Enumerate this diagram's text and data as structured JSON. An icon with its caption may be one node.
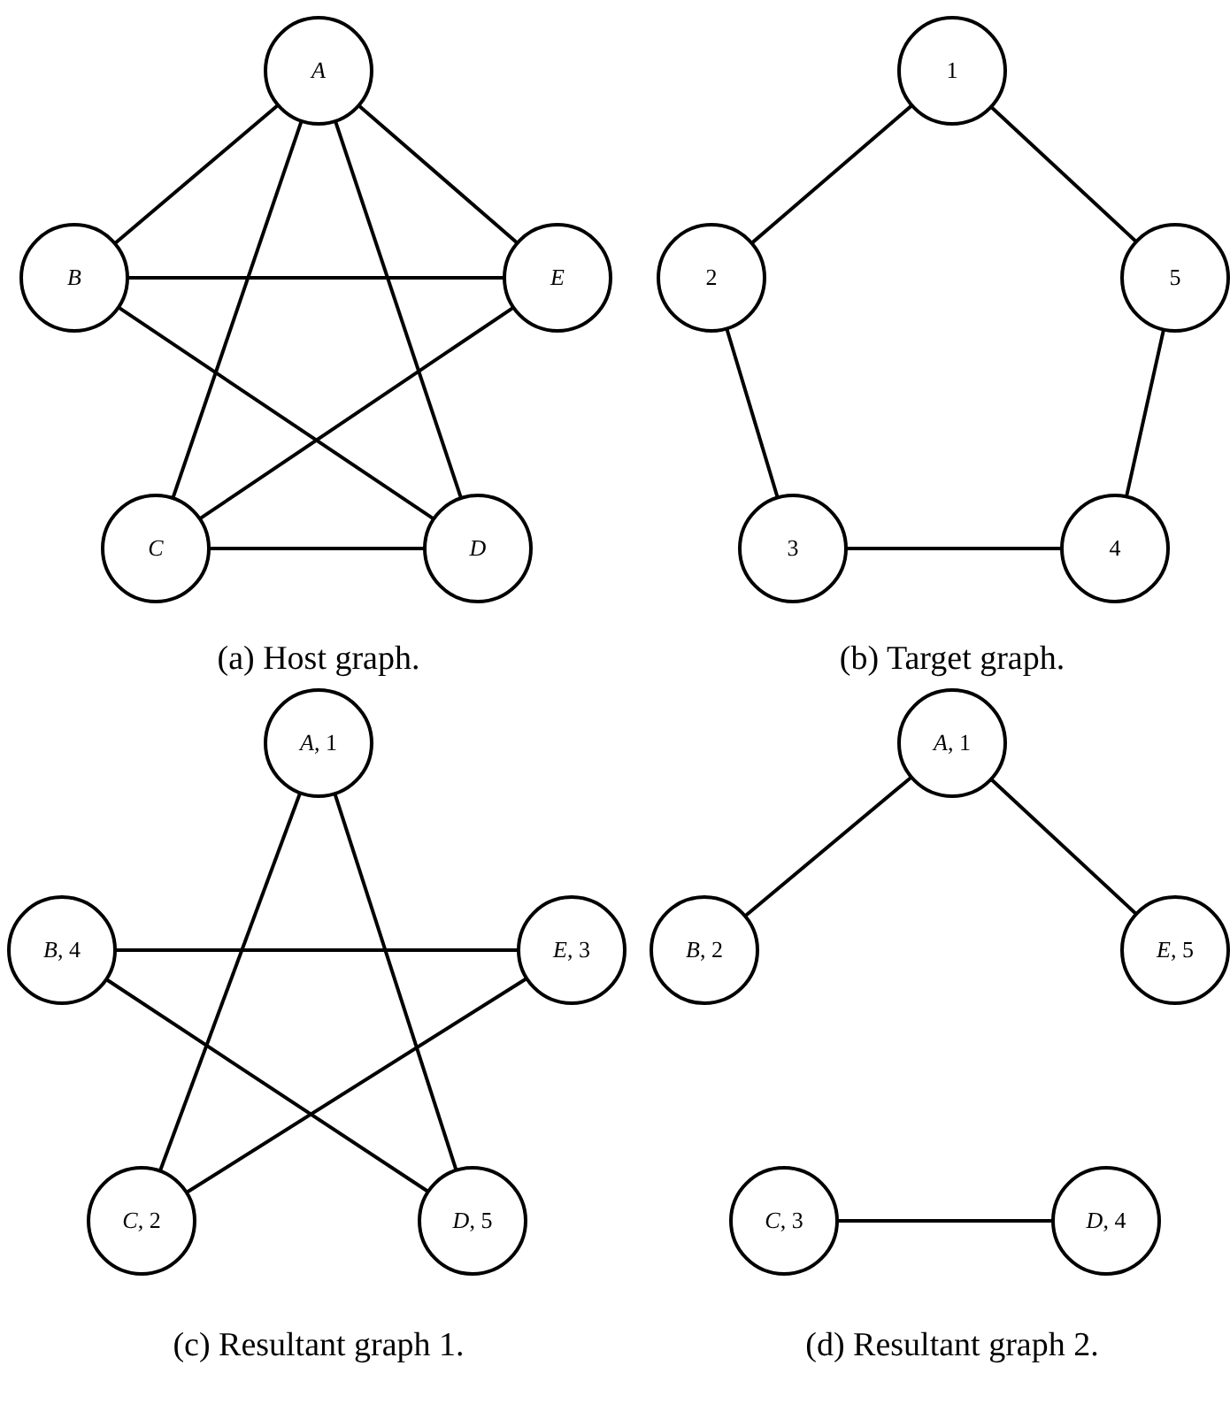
{
  "diagram": {
    "nodes": [
      {
        "text": [
          "*A*"
        ]
      },
      {
        "text": [
          "*B*"
        ]
      },
      {
        "text": [
          "*E*"
        ]
      },
      {
        "text": [
          "*C*"
        ]
      },
      {
        "text": [
          "*D*"
        ]
      },
      {
        "text": [
          "1"
        ]
      },
      {
        "text": [
          "2"
        ]
      },
      {
        "text": [
          "5"
        ]
      },
      {
        "text": [
          "3"
        ]
      },
      {
        "text": [
          "4"
        ]
      },
      {
        "text": [
          "*A*, 1"
        ]
      },
      {
        "text": [
          "*B*, 4"
        ]
      },
      {
        "text": [
          "*E*, 3"
        ]
      },
      {
        "text": [
          "*C*, 2"
        ]
      },
      {
        "text": [
          "*D*, 5"
        ]
      },
      {
        "text": [
          "*A*, 1"
        ]
      },
      {
        "text": [
          "*B*, 2"
        ]
      },
      {
        "text": [
          "*E*, 5"
        ]
      },
      {
        "text": [
          "*C*, 3"
        ]
      },
      {
        "text": [
          "*D*, 4"
        ]
      }
    ],
    "edges": [
      {
        "from": 0,
        "to": 1,
        "arrow": "none"
      },
      {
        "from": 0,
        "to": 2,
        "arrow": "none"
      },
      {
        "from": 0,
        "to": 3,
        "arrow": "none"
      },
      {
        "from": 0,
        "to": 4,
        "arrow": "none"
      },
      {
        "from": 1,
        "to": 2,
        "arrow": "none"
      },
      {
        "from": 1,
        "to": 4,
        "arrow": "none"
      },
      {
        "from": 2,
        "to": 3,
        "arrow": "none"
      },
      {
        "from": 3,
        "to": 4,
        "arrow": "none"
      },
      {
        "from": 5,
        "to": 6,
        "arrow": "none"
      },
      {
        "from": 5,
        "to": 7,
        "arrow": "none"
      },
      {
        "from": 6,
        "to": 8,
        "arrow": "none"
      },
      {
        "from": 8,
        "to": 9,
        "arrow": "none"
      },
      {
        "from": 9,
        "to": 7,
        "arrow": "none"
      },
      {
        "from": 10,
        "to": 13,
        "arrow": "none"
      },
      {
        "from": 10,
        "to": 14,
        "arrow": "none"
      },
      {
        "from": 11,
        "to": 12,
        "arrow": "none"
      },
      {
        "from": 11,
        "to": 14,
        "arrow": "none"
      },
      {
        "from": 12,
        "to": 13,
        "arrow": "none"
      },
      {
        "from": 15,
        "to": 16,
        "arrow": "none"
      },
      {
        "from": 15,
        "to": 17,
        "arrow": "none"
      },
      {
        "from": 18,
        "to": 19,
        "arrow": "none"
      }
    ],
    "labels": [
      "(a) Host graph.",
      "(b) Target graph.",
      "(c) Resultant graph 1.",
      "(d) Resultant graph 2."
    ]
  }
}
